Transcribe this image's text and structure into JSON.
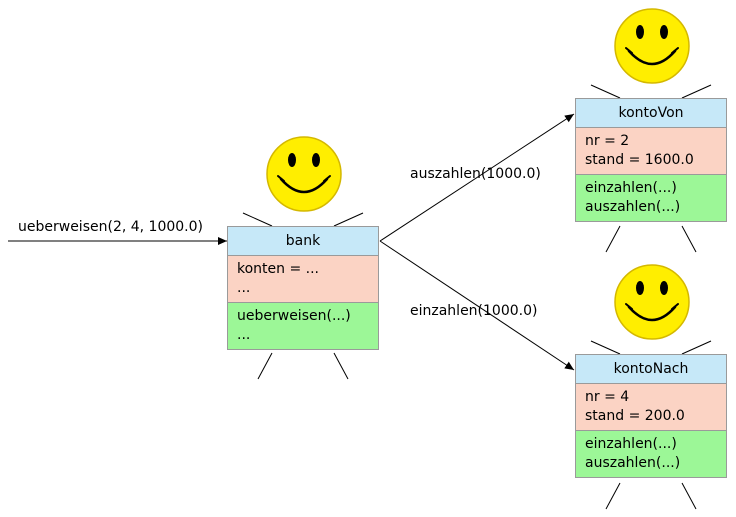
{
  "call": {
    "label": "ueberweisen(2, 4, 1000.0)"
  },
  "messages": {
    "to_von": "auszahlen(1000.0)",
    "to_nach": "einzahlen(1000.0)"
  },
  "objects": {
    "bank": {
      "name": "bank",
      "attributes": [
        "konten = ...",
        "..."
      ],
      "methods": [
        "ueberweisen(...)",
        "..."
      ]
    },
    "konto_von": {
      "name": "kontoVon",
      "attributes": [
        "nr = 2",
        "stand = 1600.0"
      ],
      "methods": [
        "einzahlen(...)",
        "auszahlen(...)"
      ]
    },
    "konto_nach": {
      "name": "kontoNach",
      "attributes": [
        "nr = 4",
        "stand = 200.0"
      ],
      "methods": [
        "einzahlen(...)",
        "auszahlen(...)"
      ]
    }
  },
  "colors": {
    "header": "#c6e8f8",
    "attributes": "#fbd3c4",
    "methods": "#9cf797",
    "smiley_face": "#ffee00",
    "smiley_outline": "#d4b800"
  },
  "icons": {
    "face": "smiley-face-icon"
  }
}
